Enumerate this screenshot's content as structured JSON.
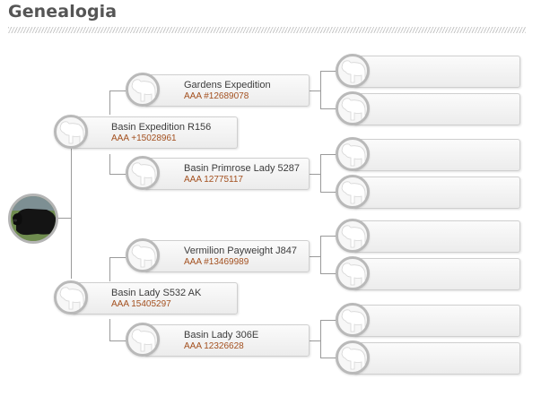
{
  "page": {
    "title": "Genealogia"
  },
  "subject": {
    "photo": "black-angus-cow-photo"
  },
  "sire": {
    "name": "Basin Expedition R156",
    "reg": "AAA +15028961",
    "sire": {
      "name": "Gardens Expedition",
      "reg": "AAA #12689078"
    },
    "dam": {
      "name": "Basin Primrose Lady 5287",
      "reg": "AAA 12775117"
    }
  },
  "dam": {
    "name": "Basin Lady S532 AK",
    "reg": "AAA 15405297",
    "sire": {
      "name": "Vermilion Payweight J847",
      "reg": "AAA #13469989"
    },
    "dam": {
      "name": "Basin Lady 306E",
      "reg": "AAA 12326628"
    }
  },
  "icons": {
    "placeholder": "cattle-silhouette-icon"
  },
  "colors": {
    "registration": "#a3501f",
    "title": "#555555",
    "connector": "#9a9a9a"
  }
}
